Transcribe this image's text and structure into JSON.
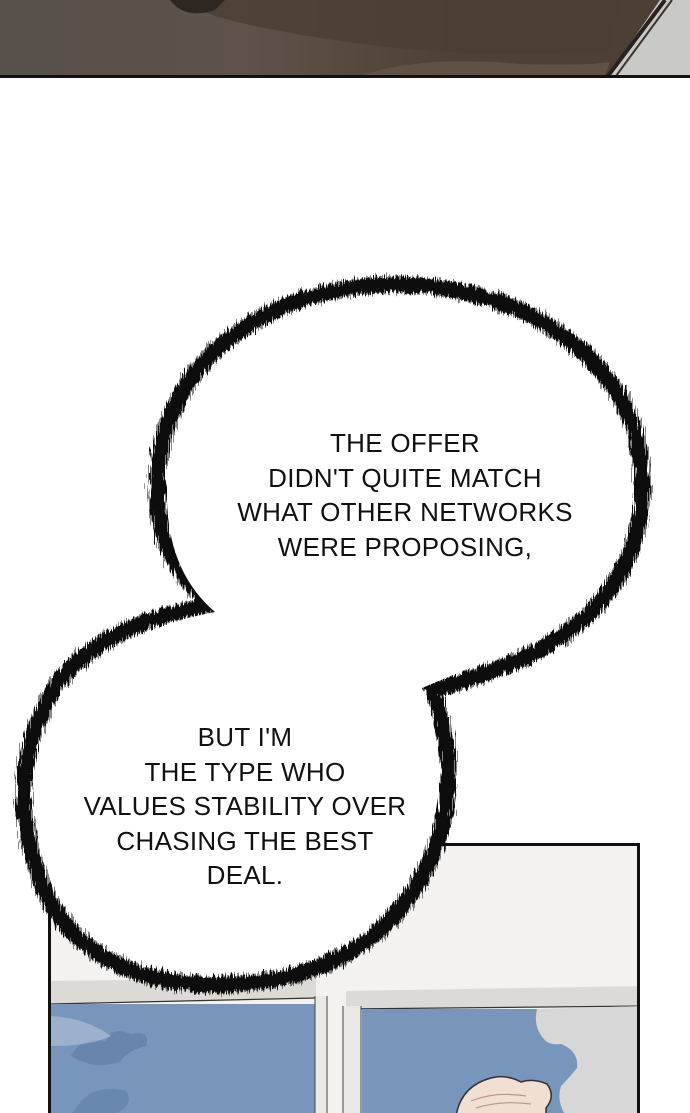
{
  "comic": {
    "top_panel": {
      "description": "dark brown floor / desk surface with diagonal edge at right",
      "colors": {
        "dark": "#4c3f34",
        "mid": "#5e524a",
        "edge": "#c9c9c7"
      }
    },
    "bubble_upper": {
      "lines": [
        "THE OFFER",
        "DIDN'T QUITE MATCH",
        "WHAT OTHER NETWORKS",
        "WERE PROPOSING,"
      ]
    },
    "bubble_lower": {
      "lines": [
        "BUT I'M",
        "THE TYPE WHO",
        "VALUES STABILITY OVER",
        "CHASING THE BEST",
        "DEAL."
      ]
    },
    "bottom_panel": {
      "description": "office window with blue sky and clouds, hands visible at bottom",
      "colors": {
        "sky": "#7593b8",
        "cloud": "#d6d7d6",
        "frame": "#ebe9e5"
      }
    }
  }
}
